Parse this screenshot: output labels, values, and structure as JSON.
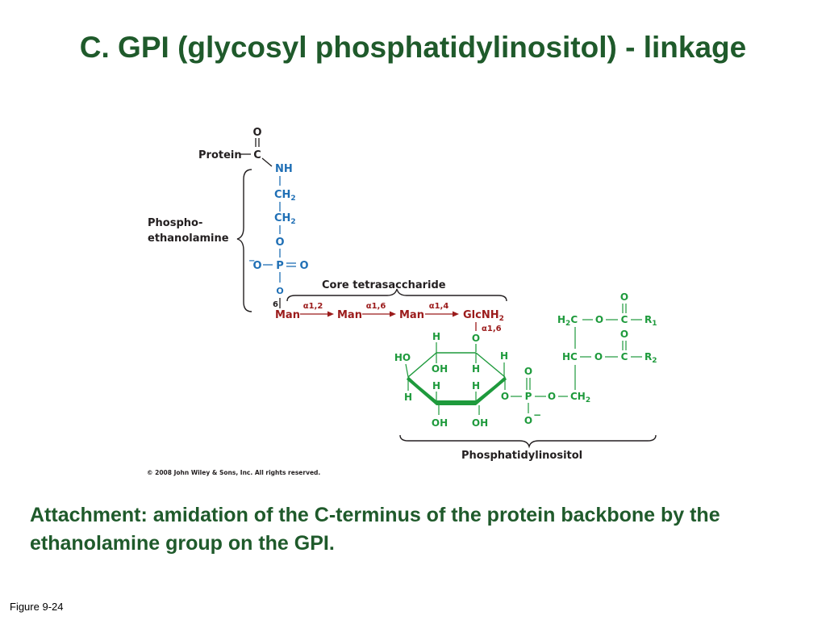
{
  "title": "C.  GPI (glycosyl phosphatidylinositol) - linkage",
  "diagram": {
    "protein_label": "Protein",
    "brace_phosphoethanolamine_line1": "Phospho-",
    "brace_phosphoethanolamine_line2": "ethanolamine",
    "core_label": "Core tetrasaccharide",
    "pi_label": "Phosphatidylinositol",
    "copyright": "© 2008 John Wiley & Sons, Inc. All rights reserved.",
    "sugars": [
      "Man",
      "Man",
      "Man",
      "GlcNH"
    ],
    "linkages": [
      "α1,2",
      "α1,6",
      "α1,4"
    ],
    "glc_inositol_linkage": "α1,6",
    "position_label": "6",
    "colors": {
      "title_green": "#1f5a2b",
      "black": "#231f20",
      "ethanolamine_blue": "#1f6fb5",
      "sugar_red": "#9b1b1b",
      "inositol_green": "#1e9a3c"
    }
  },
  "caption": "Attachment:  amidation of the C-terminus of the protein backbone by the ethanolamine group on the GPI.",
  "figure_label": "Figure 9-24"
}
